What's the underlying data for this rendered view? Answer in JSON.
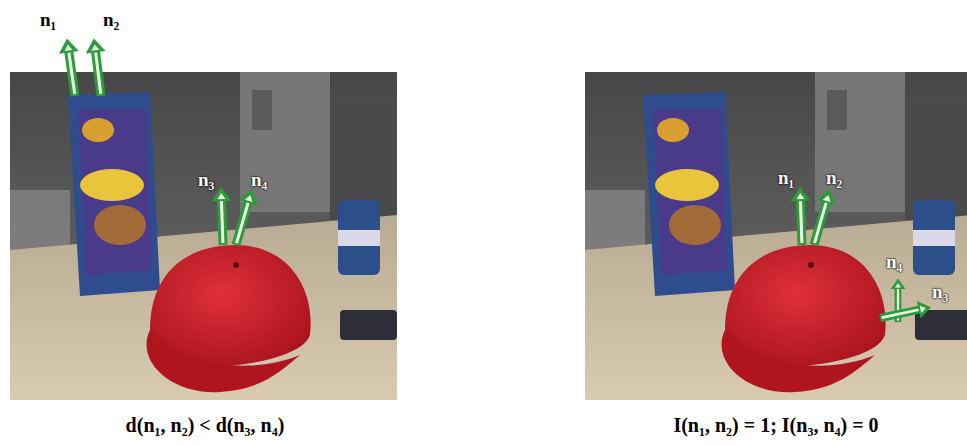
{
  "diagram": {
    "labels": [
      "n₁",
      "n₂",
      "n₃",
      "n₄",
      "d(n₁, n₂) < d(n₃, n₄)",
      "n₁",
      "n₂",
      "n₄",
      "n₃",
      "I(n₁, n₂) = 1; I(n₃, n₄) = 0"
    ]
  }
}
